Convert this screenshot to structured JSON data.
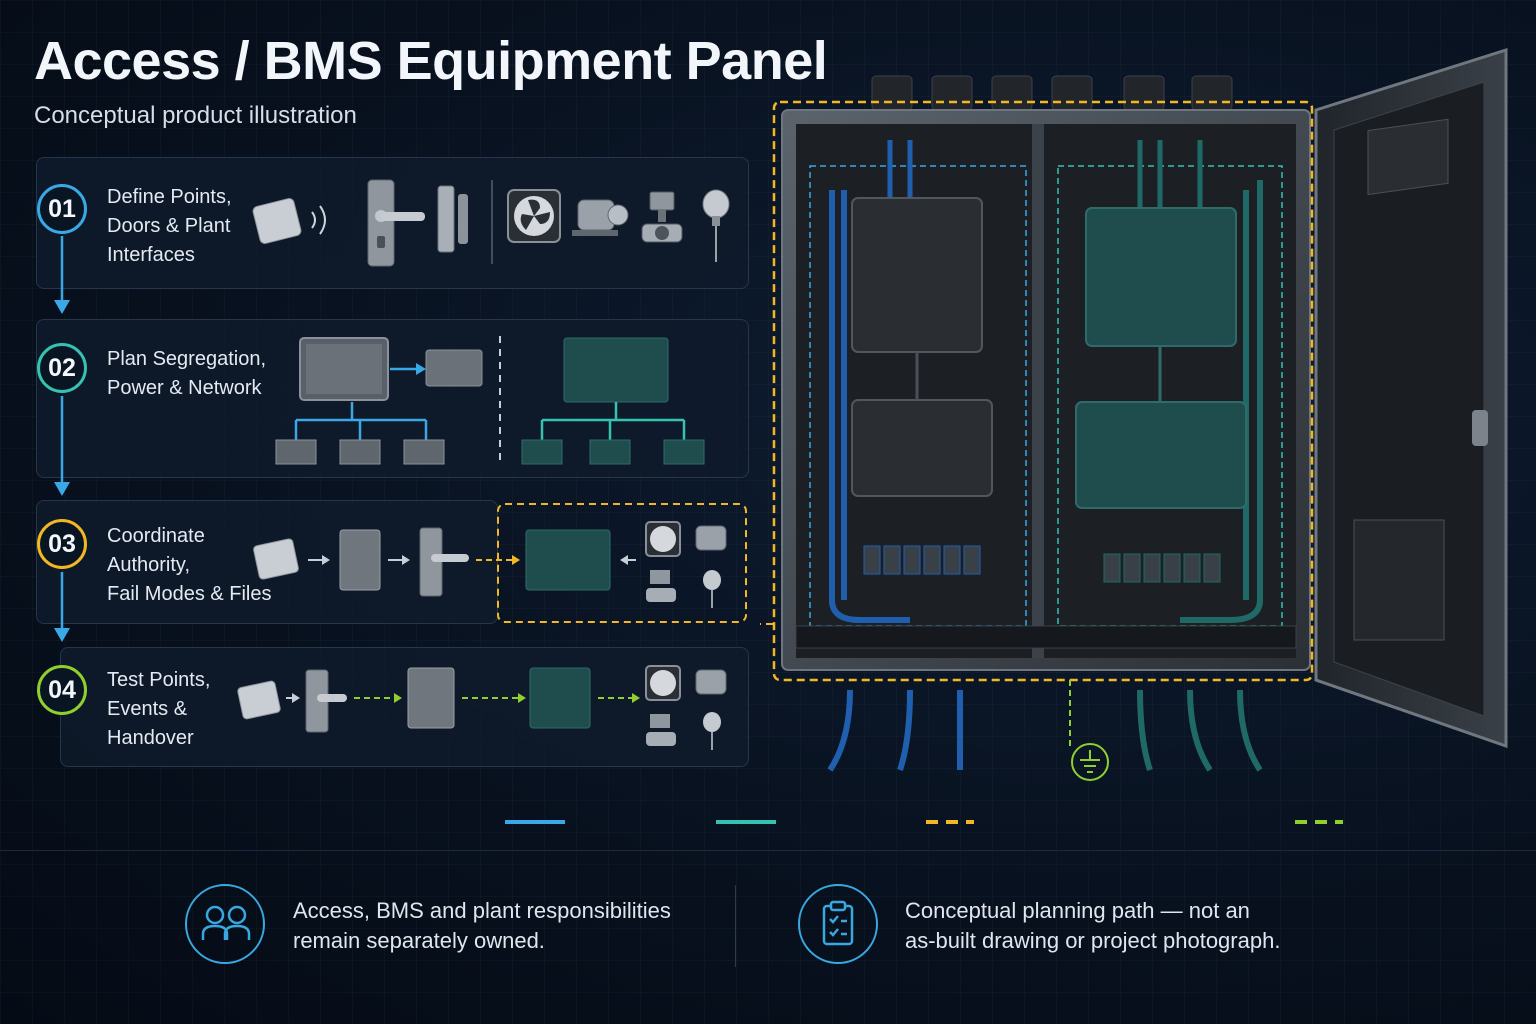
{
  "header": {
    "title": "Access / BMS Equipment Panel",
    "subtitle": "Conceptual product illustration"
  },
  "steps": [
    {
      "number": "01",
      "label": "Define Points,\nDoors & Plant\nInterfaces",
      "color": "#3aa8e6"
    },
    {
      "number": "02",
      "label": "Plan Segregation,\nPower & Network",
      "color": "#35c2b0"
    },
    {
      "number": "03",
      "label": "Coordinate\nAuthority,\nFail Modes & Files",
      "color": "#f2b824"
    },
    {
      "number": "04",
      "label": "Test Points,\nEvents &\nHandover",
      "color": "#8fcf2e"
    }
  ],
  "legend": [
    {
      "style": "solid",
      "color": "#3aa8e6"
    },
    {
      "style": "solid",
      "color": "#35c2b0"
    },
    {
      "style": "dashed",
      "color": "#f2b824"
    },
    {
      "style": "dashed",
      "color": "#8fcf2e"
    }
  ],
  "footer": {
    "left_icon": "users-icon",
    "left_text": "Access, BMS and plant responsibilities\nremain separately owned.",
    "right_icon": "clipboard-check-icon",
    "right_text": "Conceptual planning path — not an\nas-built drawing or project photograph."
  },
  "colors": {
    "access_blue": "#3aa8e6",
    "bms_teal": "#35c2b0",
    "coordination_amber": "#f2b824",
    "earth_green": "#8fcf2e"
  }
}
